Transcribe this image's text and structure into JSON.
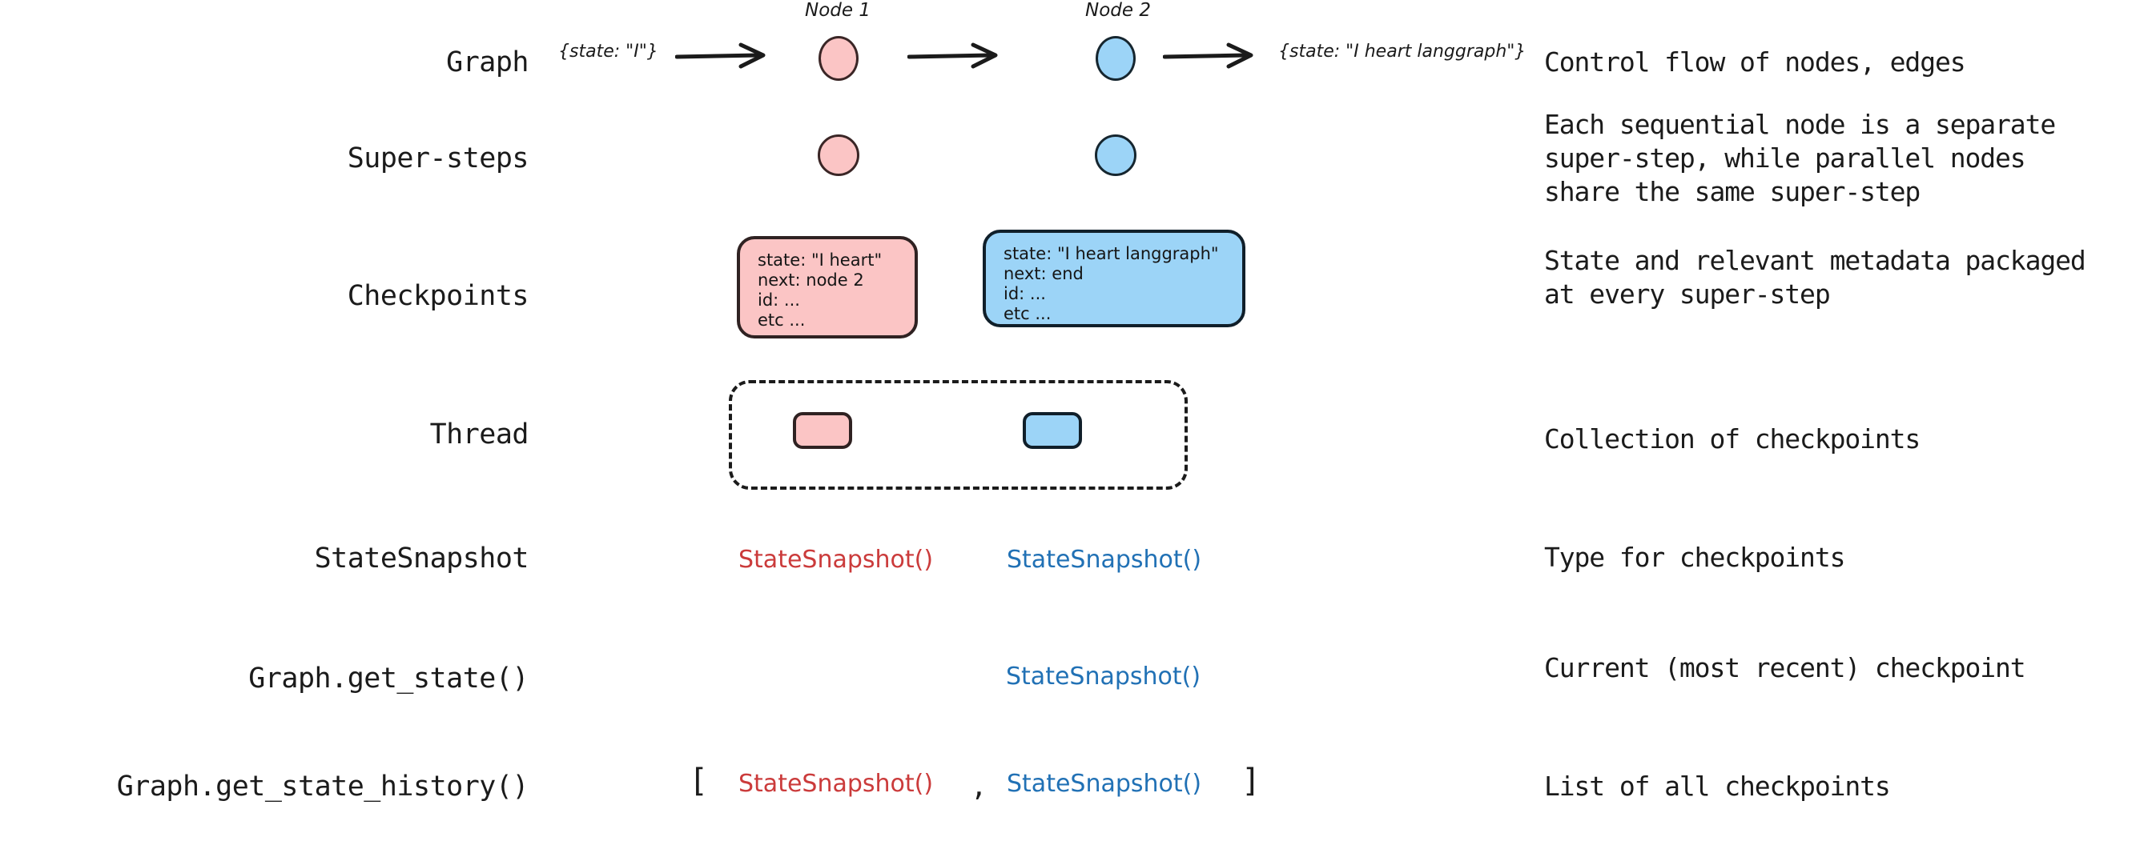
{
  "rows": [
    {
      "label": "Graph",
      "description": "Control flow of nodes, edges"
    },
    {
      "label": "Super-steps",
      "description": "Each sequential node is a separate\nsuper-step, while parallel nodes\nshare the same super-step"
    },
    {
      "label": "Checkpoints",
      "description": "State and relevant metadata packaged\nat every super-step"
    },
    {
      "label": "Thread",
      "description": "Collection of checkpoints"
    },
    {
      "label": "StateSnapshot",
      "description": "Type for checkpoints"
    },
    {
      "label": "Graph.get_state()",
      "description": "Current (most recent) checkpoint"
    },
    {
      "label": "Graph.get_state_history()",
      "description": "List of all checkpoints"
    }
  ],
  "graph_row": {
    "input_state": "{state: \"I\"}",
    "output_state": "{state: \"I heart langgraph\"}",
    "node1_label": "Node 1",
    "node2_label": "Node 2"
  },
  "checkpoints": [
    {
      "color": "pink",
      "lines": [
        "state: \"I heart\"",
        "next: node 2",
        "id: ...",
        "etc ..."
      ]
    },
    {
      "color": "blue",
      "lines": [
        "state: \"I heart langgraph\"",
        "next: end",
        "id: ...",
        "etc ..."
      ]
    }
  ],
  "snapshots": {
    "token": "StateSnapshot()",
    "open_bracket": "[",
    "close_bracket": "]",
    "separator": ","
  },
  "colors": {
    "pink_fill": "#FBC5C5",
    "blue_fill": "#9CD4F7",
    "red_text": "#CB3B3B",
    "blue_text": "#2171B5",
    "ink": "#1b1b1b"
  }
}
